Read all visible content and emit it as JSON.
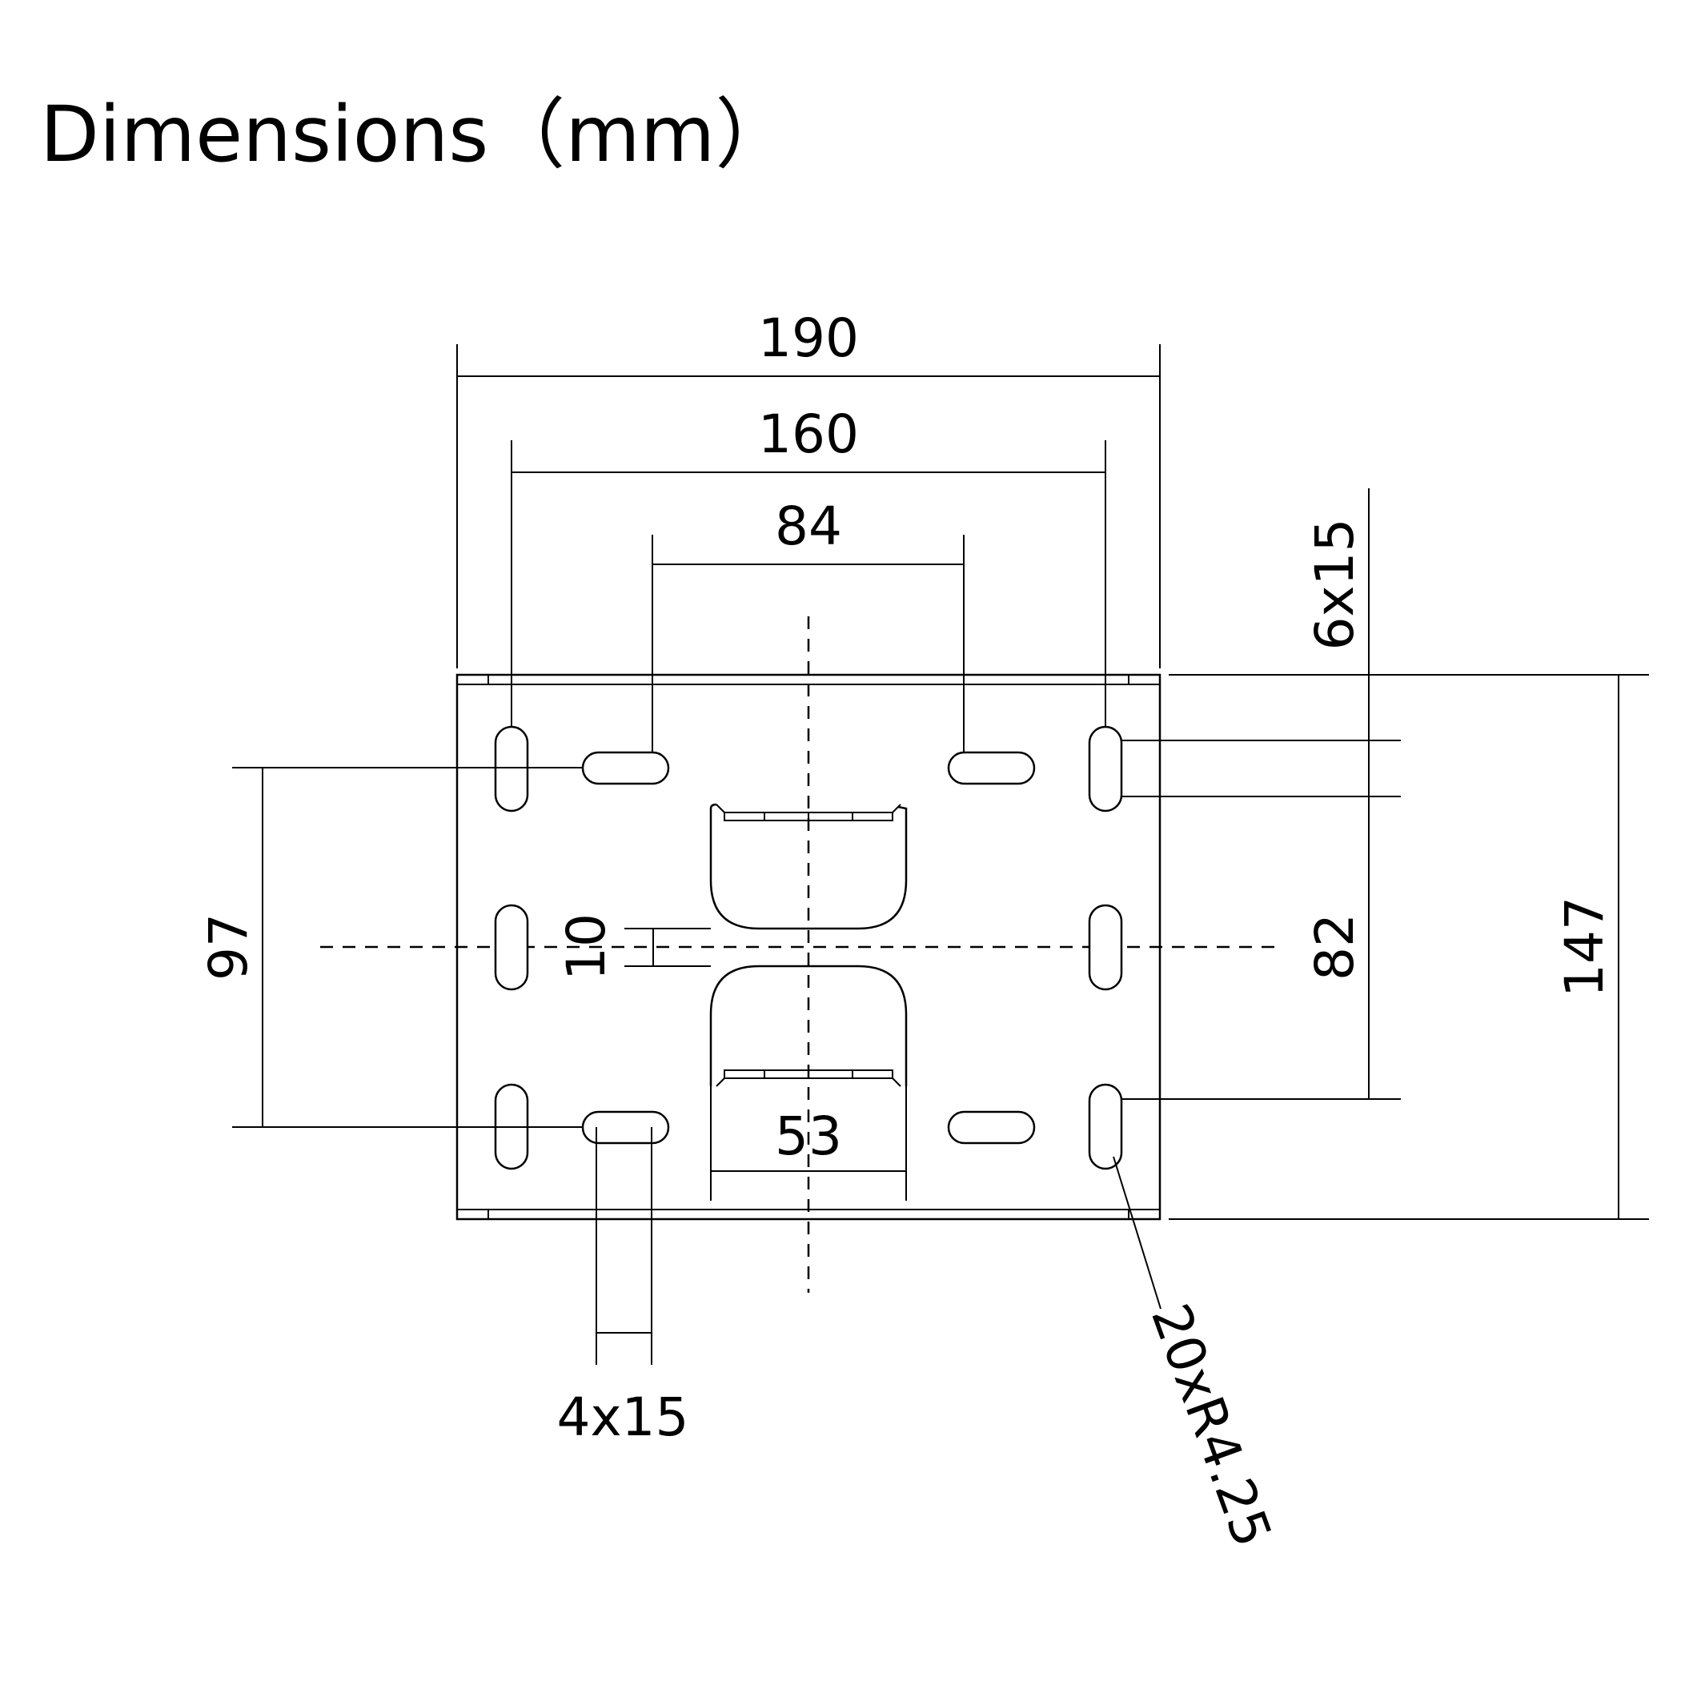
{
  "title": "Dimensions（mm）",
  "dimensions": {
    "overall_width": "190",
    "slot_span_outer": "160",
    "slot_span_inner": "84",
    "vertical_slot_size": "6x15",
    "slot_spacing_left": "97",
    "gap": "10",
    "slot_spacing_right": "82",
    "overall_height": "147",
    "cutout_width": "53",
    "horizontal_slot_size": "4x15",
    "corner_radius": "20xR4.25"
  }
}
